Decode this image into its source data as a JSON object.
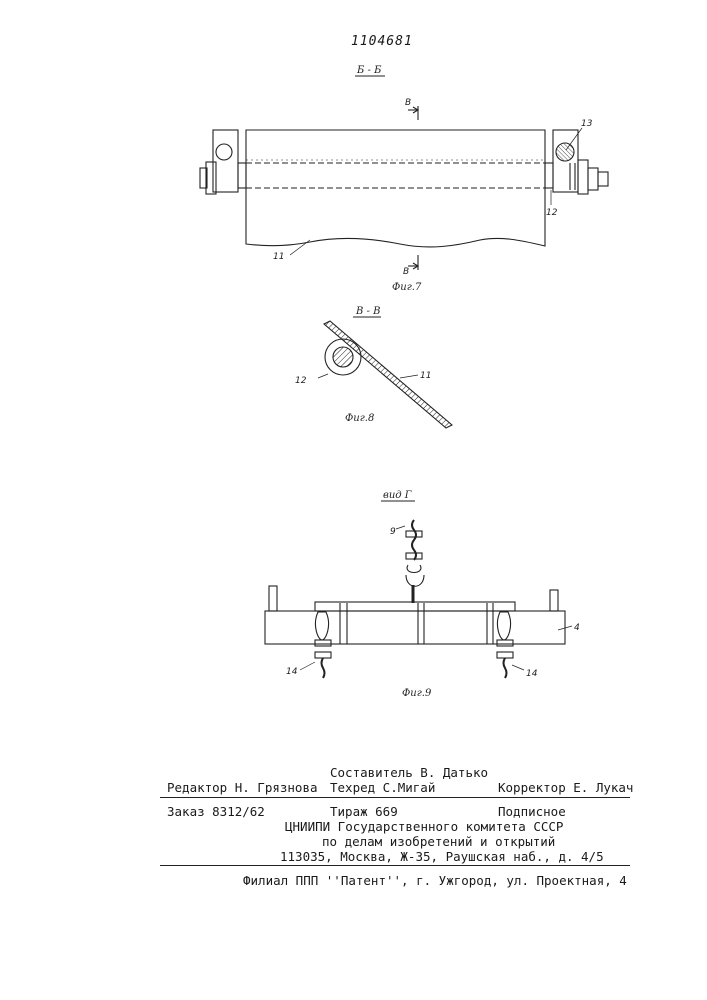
{
  "patent_number": "1104681",
  "figures": {
    "fig7": {
      "section_label": "Б - Б",
      "cut_mark_top": "В",
      "cut_mark_bottom": "В",
      "caption": "Фиг.7",
      "labels": {
        "p13": "13",
        "p12": "12",
        "p11": "11"
      }
    },
    "fig8": {
      "section_label": "В - В",
      "caption": "Фиг.8",
      "labels": {
        "p12": "12",
        "p11": "11"
      }
    },
    "fig9": {
      "view_label": "вид Г",
      "caption": "Фиг.9",
      "labels": {
        "p9": "9",
        "p4": "4",
        "p14_left": "14",
        "p14_right": "14"
      }
    }
  },
  "imprint": {
    "compiler": "Составитель В. Датько",
    "editor": "Редактор Н. Грязнова",
    "techeditor": "Техред С.Мигай",
    "corrector": "Корректор Е. Лукач",
    "order": "Заказ 8312/62",
    "circulation": "Тираж 669",
    "subscription": "Подписное",
    "org_line1": "ЦНИИПИ Государственного комитета СССР",
    "org_line2": "по делам изобретений и открытий",
    "address": "113035, Москва, Ж-35, Раушская наб., д. 4/5",
    "branch": "Филиал ППП ''Патент'', г. Ужгород, ул. Проектная, 4"
  }
}
